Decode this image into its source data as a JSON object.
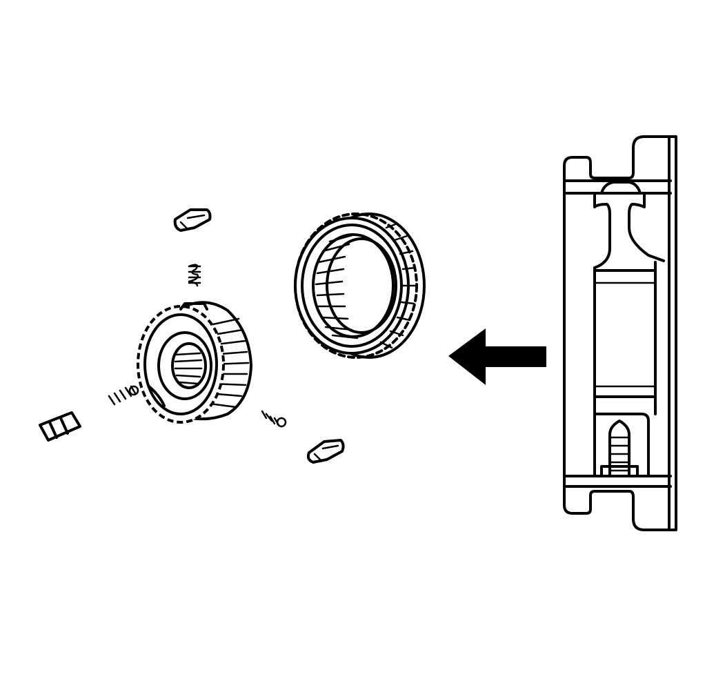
{
  "figure": {
    "type": "exploded technical line drawing",
    "components": [
      "synchronizer-hub",
      "synchronizer-sleeve",
      "gear-shaft-assembly",
      "insert-key",
      "spring",
      "ball"
    ],
    "arrow_direction": "left",
    "colors": {
      "line": "#000000",
      "background": "#ffffff"
    }
  }
}
